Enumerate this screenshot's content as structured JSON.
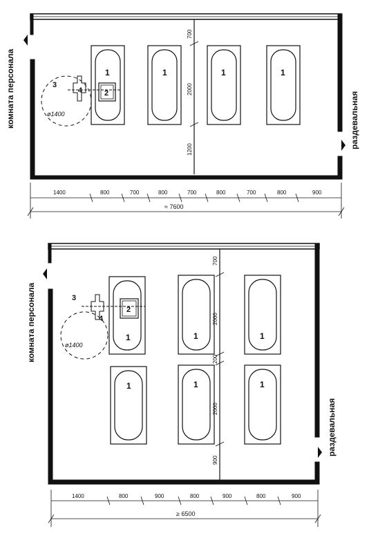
{
  "plans": [
    {
      "labels": {
        "staff_room": "комната персонала",
        "changing_room": "раздевальная",
        "bath": "1",
        "station": "2",
        "callout_3": "3",
        "callout_4": "4",
        "diameter": "ø1400"
      },
      "vertical_dims": [
        "700",
        "2000",
        "1200"
      ],
      "horizontal_dims": [
        "1400",
        "800",
        "700",
        "800",
        "700",
        "800",
        "700",
        "800",
        "900"
      ],
      "total": "≈ 7600"
    },
    {
      "labels": {
        "staff_room": "комната персонала",
        "changing_room": "раздевальная",
        "bath": "1",
        "station": "2",
        "callout_3": "3",
        "callout_4": "4",
        "diameter": "ø1400"
      },
      "vertical_dims": [
        "700",
        "2000",
        "200",
        "2000",
        "900"
      ],
      "horizontal_dims": [
        "1400",
        "800",
        "900",
        "800",
        "900",
        "800",
        "900"
      ],
      "total": "≥ 6500"
    }
  ],
  "colors": {
    "ink": "#111111",
    "paper": "#ffffff"
  }
}
